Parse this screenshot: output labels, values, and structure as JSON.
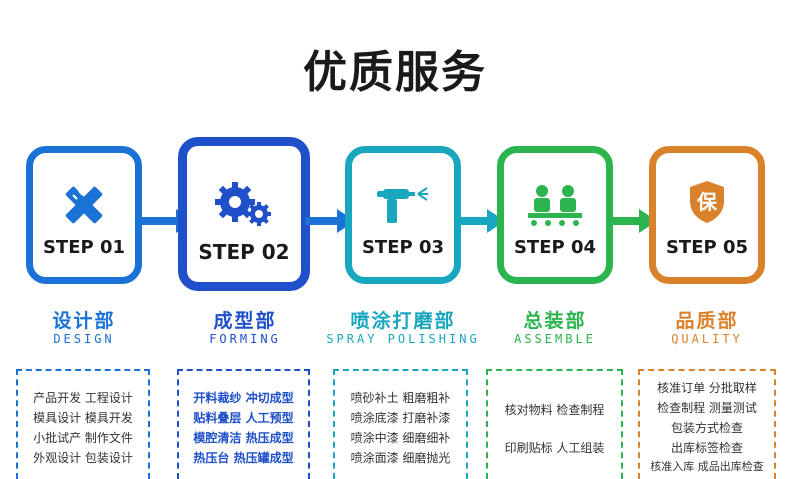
{
  "title": "优质服务",
  "steps": [
    {
      "label": "STEP 01",
      "dept": "设计部",
      "dept_en": "DESIGN",
      "color": "#1a72d6",
      "icon": "pencil-ruler-icon",
      "lines": [
        "产品开发 工程设计",
        "模具设计 模具开发",
        "小批试产 制作文件",
        "外观设计 包装设计"
      ]
    },
    {
      "label": "STEP 02",
      "dept": "成型部",
      "dept_en": "FORMING",
      "color": "#1f4fc9",
      "icon": "gears-icon",
      "lines": [
        "开料裁纱 冲切成型",
        "贴料叠层 人工预型",
        "模腔清洁 热压成型",
        "热压台 热压罐成型"
      ]
    },
    {
      "label": "STEP 03",
      "dept": "喷涂打磨部",
      "dept_en": "SPRAY POLISHING",
      "color": "#19a6bf",
      "icon": "spray-gun-icon",
      "lines": [
        "喷砂补土 粗磨粗补",
        "喷涂底漆 打磨补漆",
        "喷涂中漆 细磨细补",
        "喷涂面漆 细磨抛光"
      ]
    },
    {
      "label": "STEP 04",
      "dept": "总装部",
      "dept_en": "ASSEMBLE",
      "color": "#2cb44e",
      "icon": "assembly-workers-icon",
      "lines": [
        "核对物料 检查制程",
        "印刷贴标 人工组装"
      ]
    },
    {
      "label": "STEP 05",
      "dept": "品质部",
      "dept_en": "QUALITY",
      "color": "#d9822b",
      "icon": "quality-shield-icon",
      "shield_text": "保",
      "lines": [
        "核准订单 分批取样",
        "检查制程 测量测试",
        "包装方式检查",
        "出库标签检查",
        "核准入库 成品出库检查"
      ]
    }
  ]
}
